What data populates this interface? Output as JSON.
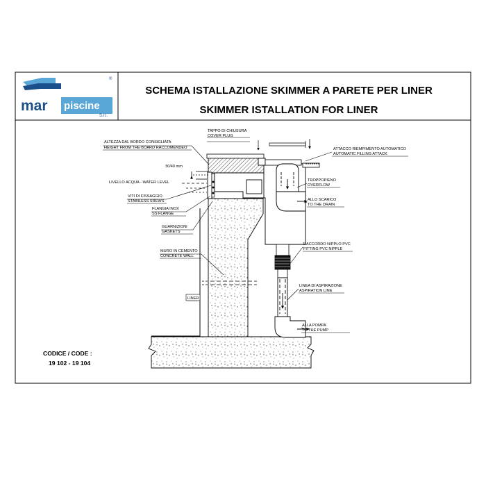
{
  "header": {
    "title_it": "SCHEMA ISTALLAZIONE SKIMMER A PARETE PER LINER",
    "title_en": "SKIMMER ISTALLATION FOR LINER"
  },
  "logo": {
    "brand_left": "mar",
    "brand_right": "piscine",
    "suffix": "S.r.l.",
    "registered": "®",
    "colors": {
      "blue": "#1b4f8a",
      "light_blue": "#5aa6d6"
    }
  },
  "code": {
    "label": "CODICE / CODE :",
    "value": "19 102 - 19 104"
  },
  "labels": {
    "height_it": "ALTEZZA DAL BORDO CONSIGLIATA",
    "height_en": "HEIGHT FROM THE BOARD RACCOMENDEO",
    "measure": "30/40 mm",
    "water_level": "LIVELLO ACQUA - WATER LEVEL",
    "screws_it": "VITI DI FISSAGGIO",
    "screws_en": "STAINLESS SREWS",
    "flange_it": "FLANGIA INOX",
    "flange_en": "SS FLANGE",
    "gaskets_it": "GUARNIZIONI",
    "gaskets_en": "GASKETS",
    "wall_it": "MURO IN CEMENTO",
    "wall_en": "CONCRETE WALL",
    "liner": "LINER",
    "cover_it": "TAPPO DI CHIUSURA",
    "cover_en": "COVER PLUG",
    "filling_it": "ATTACCO RIEMPIMENTO AUTOMATICO",
    "filling_en": "AUTOMATIC FILLING ATTACK",
    "overflow_it": "TROPPOPIENO",
    "overflow_en": "OVERFLOW",
    "drain_it": "ALLO SCARICO",
    "drain_en": "TO THE DRAIN",
    "nipple_it": "RACCORDO NIPPLO PVC",
    "nipple_en": "FITTING PVC NIPPLE",
    "suction_it": "LINEA DI ASPIRAZIONE",
    "suction_en": "ASPIRATION LINE",
    "pump_it": "ALLA POMPA",
    "pump_en": "TO THE PUMP"
  }
}
